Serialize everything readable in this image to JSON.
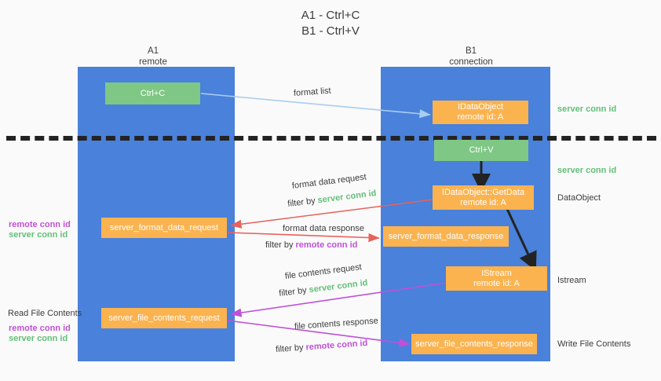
{
  "title": {
    "line1": "A1 - Ctrl+C",
    "line2": "B1 - Ctrl+V"
  },
  "colors": {
    "lane": "#4a81da",
    "box_green": "#7fc784",
    "box_orange": "#fbb350",
    "arrow_blue": "#a9cdf0",
    "arrow_red": "#e8615a",
    "arrow_purple": "#c050d8",
    "arrow_black": "#232323",
    "text_green": "#63bf78",
    "text_purple": "#c050d8",
    "background": "#fafafa"
  },
  "lanes": [
    {
      "id": "a1",
      "header_line1": "A1",
      "header_line2": "remote"
    },
    {
      "id": "b1",
      "header_line1": "B1",
      "header_line2": "connection"
    }
  ],
  "boxes": [
    {
      "id": "ctrl-c",
      "kind": "green",
      "line1": "Ctrl+C",
      "line2": ""
    },
    {
      "id": "idataobject",
      "kind": "orange",
      "line1": "IDataObject",
      "line2": "remote id: A"
    },
    {
      "id": "ctrl-v",
      "kind": "green",
      "line1": "Ctrl+V",
      "line2": ""
    },
    {
      "id": "getdata",
      "kind": "orange",
      "line1": "IDataObject::GetData",
      "line2": "remote id: A"
    },
    {
      "id": "server-format-data-request",
      "kind": "orange",
      "line1": "server_format_data_request",
      "line2": ""
    },
    {
      "id": "server-format-data-response",
      "kind": "orange",
      "line1": "server_format_data_response",
      "line2": ""
    },
    {
      "id": "istream",
      "kind": "orange",
      "line1": "IStream",
      "line2": "remote id: A"
    },
    {
      "id": "server-file-contents-request",
      "kind": "orange",
      "line1": "server_file_contents_request",
      "line2": ""
    },
    {
      "id": "server-file-contents-response",
      "kind": "orange",
      "line1": "server_file_contents_response",
      "line2": ""
    }
  ],
  "flow_labels": {
    "format_list": "format list",
    "format_data_request": "format data request",
    "format_data_response": "format data response",
    "file_contents_request": "file contents request",
    "file_contents_response": "file contents response",
    "filter_by": "filter by ",
    "server_conn_id": "server conn id",
    "remote_conn_id": "remote conn id"
  },
  "right_labels": [
    {
      "id": "server-conn-id-1",
      "text": "server conn id",
      "kind": "green"
    },
    {
      "id": "server-conn-id-2",
      "text": "server conn id",
      "kind": "green"
    },
    {
      "id": "dataobject",
      "text": "DataObject",
      "kind": "plain"
    },
    {
      "id": "istream",
      "text": "Istream",
      "kind": "plain"
    },
    {
      "id": "write-file-contents",
      "text": "Write File Contents",
      "kind": "plain"
    }
  ],
  "left_labels": [
    {
      "id": "remote-conn-id-1",
      "text": "remote conn id",
      "kind": "purple"
    },
    {
      "id": "server-conn-id-1",
      "text": "server conn id",
      "kind": "green"
    },
    {
      "id": "read-file-contents",
      "text": "Read File Contents",
      "kind": "plain"
    },
    {
      "id": "remote-conn-id-2",
      "text": "remote conn id",
      "kind": "purple"
    },
    {
      "id": "server-conn-id-2",
      "text": "server conn id",
      "kind": "green"
    }
  ]
}
